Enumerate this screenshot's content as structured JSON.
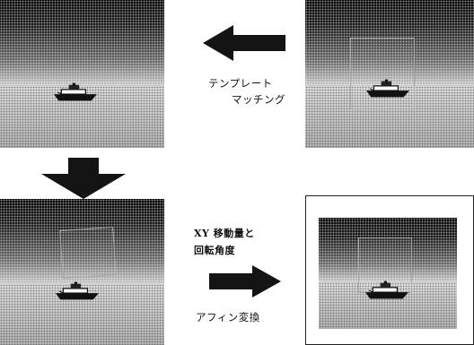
{
  "labels": {
    "template_line1": "テンプレート",
    "template_line2": "マッチング",
    "xy_line1": "XY 移動量と",
    "xy_line2": "回転角度",
    "affine": "アフィン変換"
  },
  "colors": {
    "arrow": "#141414",
    "sky_dark": "#080808",
    "sea_light": "#e7e7e7",
    "frame": "#222222"
  },
  "icons": {
    "left_arrow": "arrow-left-icon",
    "down_arrow": "arrow-down-icon",
    "right_arrow": "arrow-right-icon",
    "ship": "ship-icon"
  }
}
